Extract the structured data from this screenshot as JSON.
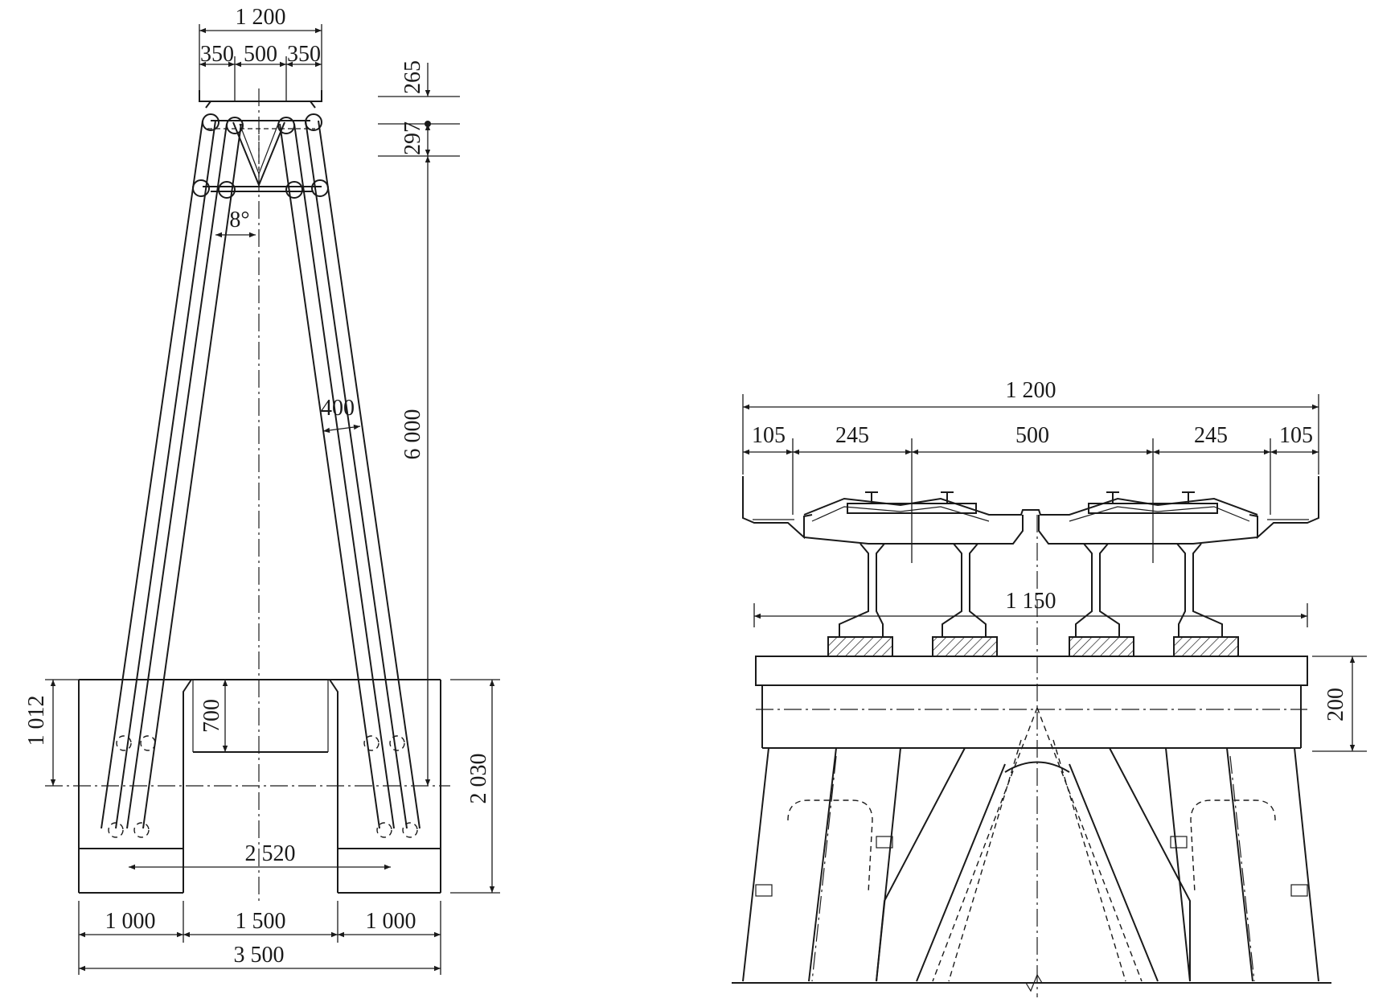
{
  "left_view": {
    "top_width": "1 200",
    "top_segments": [
      "350",
      "500",
      "350"
    ],
    "right_heights": [
      "265",
      "297",
      "6 000"
    ],
    "angle": "8°",
    "leg_width": "400",
    "left_height": "1 012",
    "pocket_depth": "700",
    "base_height": "2 030",
    "inner_span": "2 520",
    "bottom_segments": [
      "1 000",
      "1 500",
      "1 000"
    ],
    "total_width": "3 500"
  },
  "right_view": {
    "top_width": "1 200",
    "segments": [
      "105",
      "245",
      "500",
      "245",
      "105"
    ],
    "bearing_span": "1 150",
    "cap_height": "200"
  }
}
